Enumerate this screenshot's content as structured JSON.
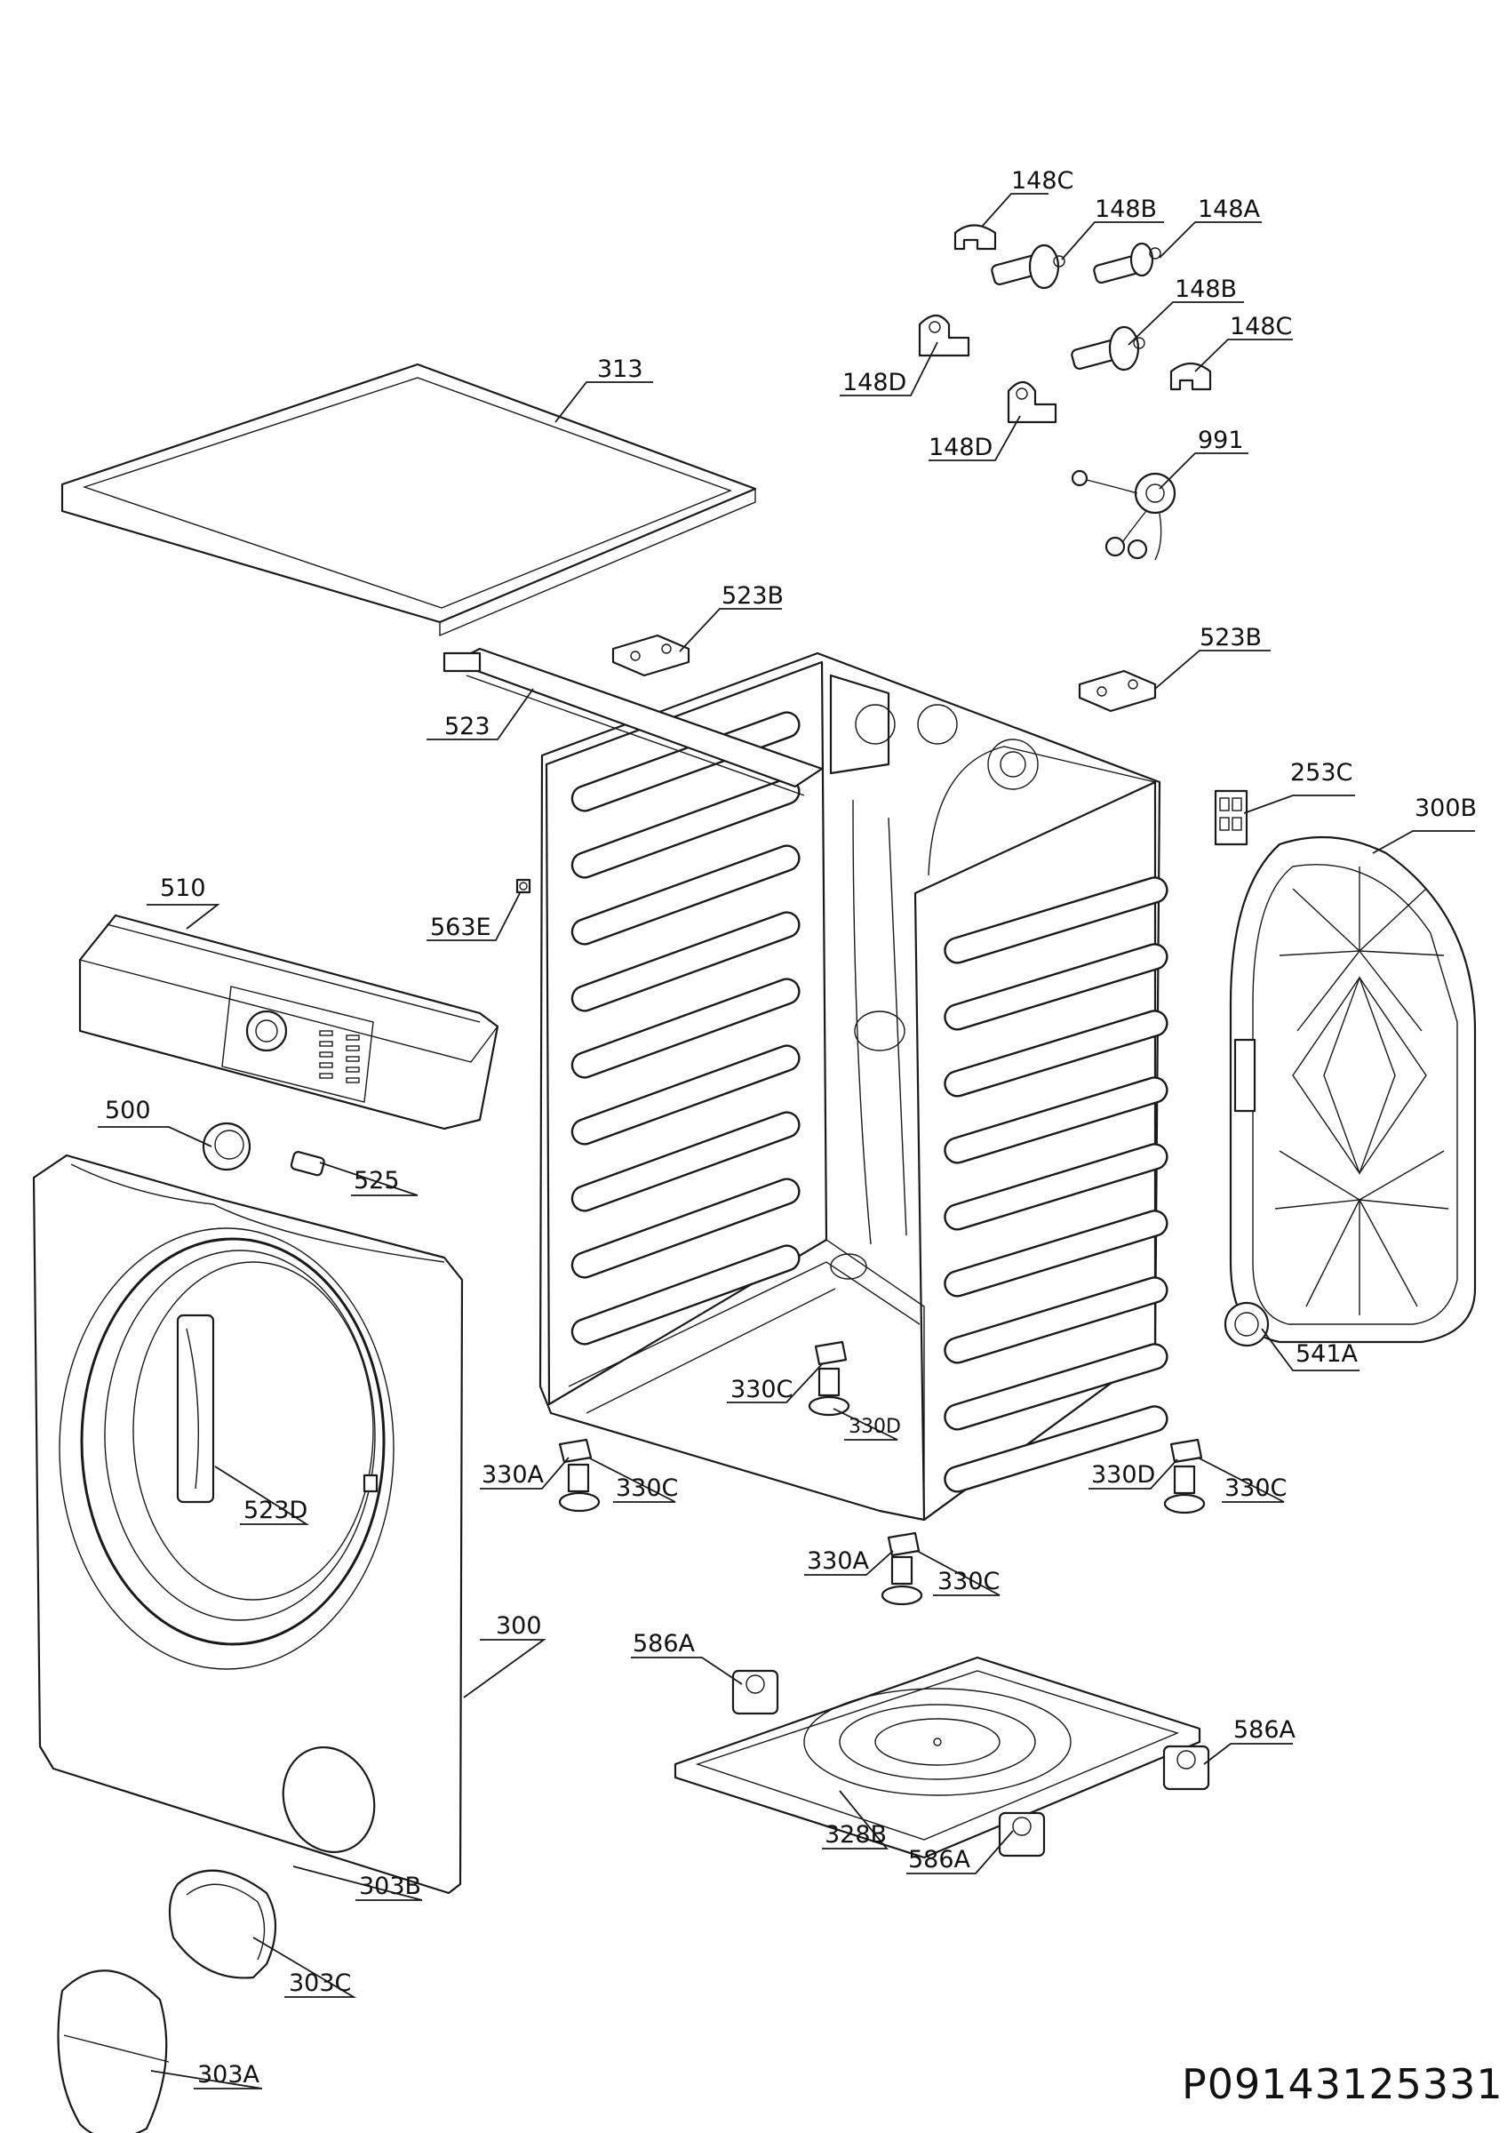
{
  "drawing_number": "P09143125331",
  "callouts": [
    {
      "id": "148C_top",
      "label": "148C"
    },
    {
      "id": "148B_top",
      "label": "148B"
    },
    {
      "id": "148A",
      "label": "148A"
    },
    {
      "id": "148B_mid",
      "label": "148B"
    },
    {
      "id": "148C_mid",
      "label": "148C"
    },
    {
      "id": "148D_left",
      "label": "148D"
    },
    {
      "id": "148D_right",
      "label": "148D"
    },
    {
      "id": "991",
      "label": "991"
    },
    {
      "id": "313",
      "label": "313"
    },
    {
      "id": "523B_left",
      "label": "523B"
    },
    {
      "id": "523B_right",
      "label": "523B"
    },
    {
      "id": "523",
      "label": "523"
    },
    {
      "id": "253C",
      "label": "253C"
    },
    {
      "id": "300B",
      "label": "300B"
    },
    {
      "id": "510",
      "label": "510"
    },
    {
      "id": "563E",
      "label": "563E"
    },
    {
      "id": "500",
      "label": "500"
    },
    {
      "id": "525",
      "label": "525"
    },
    {
      "id": "541A",
      "label": "541A"
    },
    {
      "id": "330C_center",
      "label": "330C"
    },
    {
      "id": "330D_center",
      "label": "330D"
    },
    {
      "id": "330A_left",
      "label": "330A"
    },
    {
      "id": "330C_left",
      "label": "330C"
    },
    {
      "id": "330D_right",
      "label": "330D"
    },
    {
      "id": "330C_right",
      "label": "330C"
    },
    {
      "id": "330A_bottom",
      "label": "330A"
    },
    {
      "id": "330C_bottom",
      "label": "330C"
    },
    {
      "id": "523D",
      "label": "523D"
    },
    {
      "id": "300",
      "label": "300"
    },
    {
      "id": "586A_left",
      "label": "586A"
    },
    {
      "id": "586A_right",
      "label": "586A"
    },
    {
      "id": "586A_bottom",
      "label": "586A"
    },
    {
      "id": "328B",
      "label": "328B"
    },
    {
      "id": "303B",
      "label": "303B"
    },
    {
      "id": "303C",
      "label": "303C"
    },
    {
      "id": "303A",
      "label": "303A"
    }
  ]
}
